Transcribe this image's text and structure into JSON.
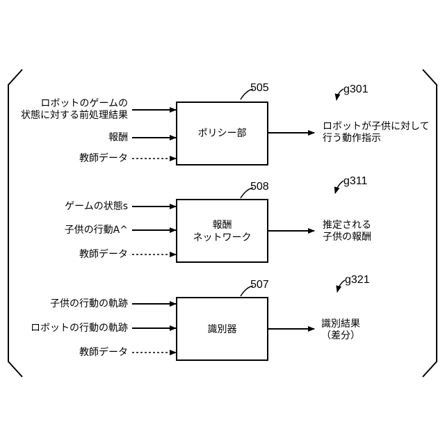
{
  "figure_ref": "g301",
  "blocks": [
    {
      "id": "policy",
      "box_label": "ポリシー部",
      "ref_number": "505",
      "group_tag": "g301",
      "inputs": [
        {
          "line1": "ロボットのゲームの",
          "line2": "状態に対する前処理結果",
          "style": "solid"
        },
        {
          "line1": "報酬",
          "style": "solid"
        },
        {
          "line1": "教師データ",
          "style": "dashed"
        }
      ],
      "output": {
        "line1": "ロボットが子供に対して",
        "line2": "行う動作指示"
      }
    },
    {
      "id": "reward",
      "box_label_line1": "報酬",
      "box_label_line2": "ネットワーク",
      "ref_number": "508",
      "group_tag": "g311",
      "inputs": [
        {
          "line1": "ゲームの状態s",
          "style": "solid"
        },
        {
          "line1": "子供の行動A^",
          "style": "solid"
        },
        {
          "line1": "教師データ",
          "style": "dashed"
        }
      ],
      "output": {
        "line1": "推定される",
        "line2": "子供の報酬"
      }
    },
    {
      "id": "discriminator",
      "box_label": "識別器",
      "ref_number": "507",
      "group_tag": "g321",
      "inputs": [
        {
          "line1": "子供の行動の軌跡",
          "style": "solid"
        },
        {
          "line1": "ロボットの行動の軌跡",
          "style": "solid"
        },
        {
          "line1": "教師データ",
          "style": "dashed"
        }
      ],
      "output": {
        "line1": "識別結果",
        "line2": "（差分）"
      }
    }
  ]
}
